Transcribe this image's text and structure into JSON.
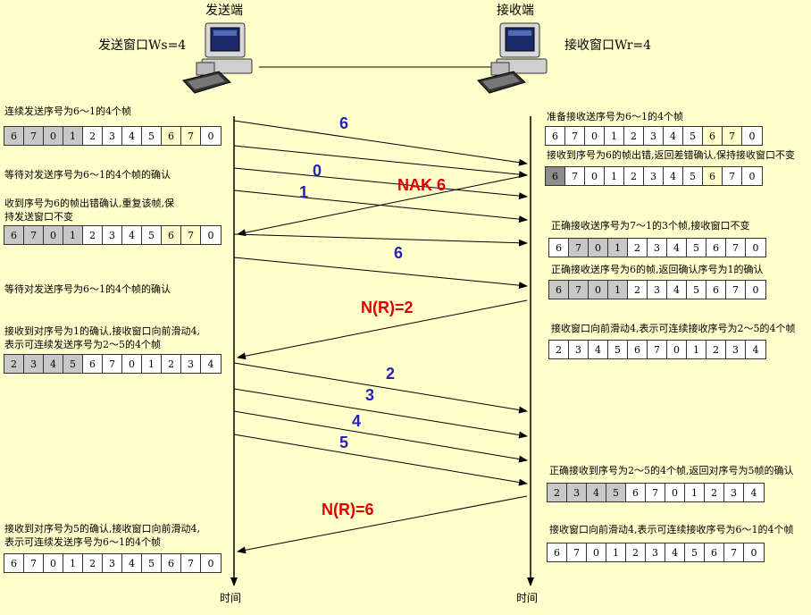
{
  "sender": {
    "title": "发送端",
    "window_label": "发送窗口Ws=4",
    "time_label": "时间",
    "annotations": [
      "连续发送序号为6～1的4个帧",
      "等待对发送序号为6～1的4个帧的确认",
      "收到序号为6的帧出错确认,重复该帧,保\n持发送窗口不变",
      "等待对发送序号为6～1的4个帧的确认",
      "接收到对序号为1的确认,接收窗口向前滑动4,\n表示可连续发送序号为2～5的4个帧",
      "接收到对序号为5的确认,接收窗口向前滑动4,\n表示可连续发送序号为6～1的4个帧"
    ],
    "windows": [
      {
        "cells": [
          "6",
          "7",
          "0",
          "1",
          "2",
          "3",
          "4",
          "5",
          "6",
          "7",
          "0"
        ],
        "shade": [
          "#c8c8c8",
          "#c8c8c8",
          "#c8c8c8",
          "#c8c8c8",
          "#fff",
          "#fff",
          "#fff",
          "#fff",
          "#ffffcc",
          "#ffffcc",
          "#fff"
        ]
      },
      {
        "cells": [
          "6",
          "7",
          "0",
          "1",
          "2",
          "3",
          "4",
          "5",
          "6",
          "7",
          "0"
        ],
        "shade": [
          "#c8c8c8",
          "#c8c8c8",
          "#c8c8c8",
          "#c8c8c8",
          "#fff",
          "#fff",
          "#fff",
          "#fff",
          "#ffffcc",
          "#ffffcc",
          "#fff"
        ]
      },
      {
        "cells": [
          "2",
          "3",
          "4",
          "5",
          "6",
          "7",
          "0",
          "1",
          "2",
          "3",
          "4"
        ],
        "shade": [
          "#c8c8c8",
          "#c8c8c8",
          "#c8c8c8",
          "#c8c8c8",
          "#fff",
          "#fff",
          "#fff",
          "#fff",
          "#fff",
          "#fff",
          "#fff"
        ]
      },
      {
        "cells": [
          "6",
          "7",
          "0",
          "1",
          "2",
          "3",
          "4",
          "5",
          "6",
          "7",
          "0"
        ],
        "shade": [
          "#fff",
          "#fff",
          "#fff",
          "#fff",
          "#fff",
          "#fff",
          "#fff",
          "#fff",
          "#fff",
          "#fff",
          "#fff"
        ]
      }
    ]
  },
  "receiver": {
    "title": "接收端",
    "window_label": "接收窗口Wr=4",
    "time_label": "时间",
    "annotations": [
      "准备接收送序号为6～1的4个帧",
      "接收到序号为6的帧出错,返回差错确认,保持接收窗口不变",
      "正确接收送序号为7～1的3个帧,接收窗口不变",
      "正确接收送序号为6的帧,返回确认序号为1的确认",
      "接收窗口向前滑动4,表示可连续接收序号为2～5的4个帧",
      "正确接收到序号为2～5的4个帧,返回对序号为5帧的确认",
      "接收窗口向前滑动4,表示可连续接收序号为6～1的4个帧"
    ],
    "windows": [
      {
        "cells": [
          "6",
          "7",
          "0",
          "1",
          "2",
          "3",
          "4",
          "5",
          "6",
          "7",
          "0"
        ],
        "shade": [
          "#fff",
          "#fff",
          "#fff",
          "#fff",
          "#fff",
          "#fff",
          "#fff",
          "#fff",
          "#ffffcc",
          "#ffffcc",
          "#fff"
        ]
      },
      {
        "cells": [
          "6",
          "7",
          "0",
          "1",
          "2",
          "3",
          "4",
          "5",
          "6",
          "7",
          "0"
        ],
        "shade": [
          "#8c8c8c",
          "#fff",
          "#fff",
          "#fff",
          "#fff",
          "#fff",
          "#fff",
          "#fff",
          "#ffffcc",
          "#fff",
          "#fff"
        ]
      },
      {
        "cells": [
          "6",
          "7",
          "0",
          "1",
          "2",
          "3",
          "4",
          "5",
          "6",
          "7",
          "0"
        ],
        "shade": [
          "#fff",
          "#c8c8c8",
          "#c8c8c8",
          "#c8c8c8",
          "#fff",
          "#fff",
          "#fff",
          "#fff",
          "#fff",
          "#fff",
          "#fff"
        ]
      },
      {
        "cells": [
          "6",
          "7",
          "0",
          "1",
          "2",
          "3",
          "4",
          "5",
          "6",
          "7",
          "0"
        ],
        "shade": [
          "#c8c8c8",
          "#c8c8c8",
          "#c8c8c8",
          "#c8c8c8",
          "#fff",
          "#fff",
          "#fff",
          "#fff",
          "#fff",
          "#fff",
          "#fff"
        ]
      },
      {
        "cells": [
          "2",
          "3",
          "4",
          "5",
          "6",
          "7",
          "0",
          "1",
          "2",
          "3",
          "4"
        ],
        "shade": [
          "#fff",
          "#fff",
          "#fff",
          "#fff",
          "#fff",
          "#fff",
          "#fff",
          "#fff",
          "#fff",
          "#fff",
          "#fff"
        ]
      },
      {
        "cells": [
          "2",
          "3",
          "4",
          "5",
          "6",
          "7",
          "0",
          "1",
          "2",
          "3",
          "4"
        ],
        "shade": [
          "#c8c8c8",
          "#c8c8c8",
          "#c8c8c8",
          "#c8c8c8",
          "#fff",
          "#fff",
          "#fff",
          "#fff",
          "#fff",
          "#fff",
          "#fff"
        ]
      },
      {
        "cells": [
          "6",
          "7",
          "0",
          "1",
          "2",
          "3",
          "4",
          "5",
          "6",
          "7",
          "0"
        ],
        "shade": [
          "#fff",
          "#fff",
          "#fff",
          "#fff",
          "#fff",
          "#fff",
          "#fff",
          "#fff",
          "#fff",
          "#fff",
          "#fff"
        ]
      }
    ]
  },
  "frames": {
    "f1": "6",
    "f2": "0",
    "f3": "1",
    "nak": "NAK 6",
    "f4": "6",
    "ack1": "N(R)=2",
    "f5": "2",
    "f6": "3",
    "f7": "4",
    "f8": "5",
    "ack2": "N(R)=6"
  },
  "colors": {
    "background": "#ffffcc",
    "frame_text": "#2323b8",
    "ack_text": "#e00000",
    "light_cell": "#c8c8c8",
    "dark_cell": "#8c8c8c"
  }
}
